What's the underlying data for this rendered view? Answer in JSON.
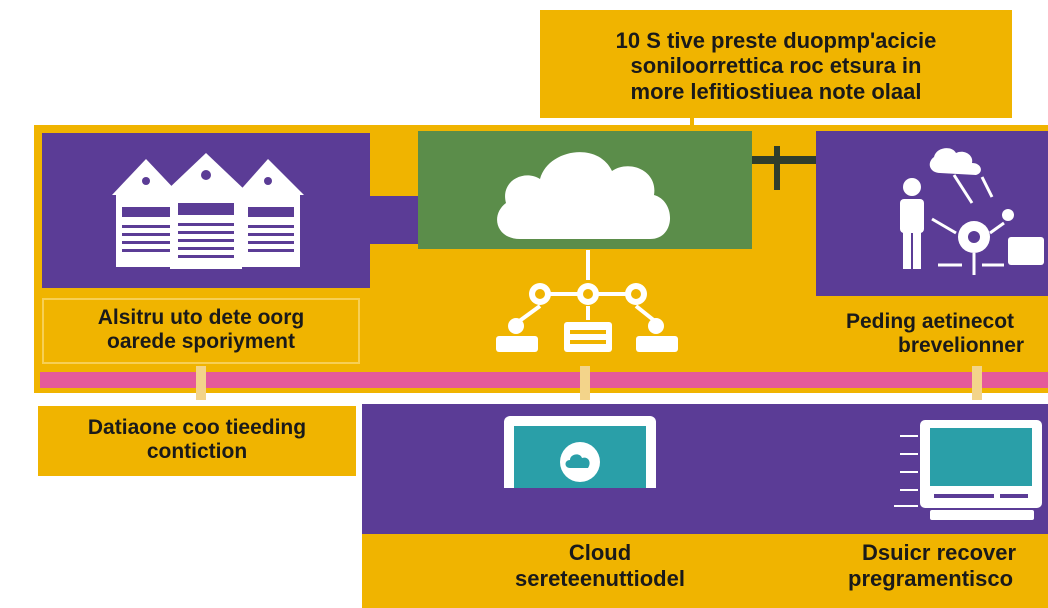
{
  "header_note": {
    "lines": [
      "10 S tive preste duopmp'acicie",
      "soniloorrettica roc etsura in",
      "more lefitiostiuea note olaal"
    ]
  },
  "panels": {
    "left_top": {
      "icon": "buildings-icon",
      "lines": [
        "Alsitru uto dete oorg",
        "oarede sporiyment"
      ]
    },
    "center_top": {
      "icon": "cloud-icon",
      "sub_icon": "network-people-icon"
    },
    "right_top": {
      "icon": "person-network-icon",
      "lines": [
        "Peding aetinecot",
        "brevelionner"
      ]
    },
    "left_bottom": {
      "lines": [
        "Datiaone coo tieeding",
        "contiction"
      ]
    },
    "center_bottom": {
      "icon": "monitor-cloud-icon",
      "lines": [
        "Cloud",
        "sereteenuttiodel"
      ]
    },
    "right_bottom": {
      "icon": "monitor-settings-icon",
      "lines": [
        "Dsuicr recover",
        "pregramentisco"
      ]
    }
  },
  "colors": {
    "gold": "#f0b400",
    "purple": "#5b3c96",
    "green": "#5b8d4a",
    "pink": "#e55a9a"
  }
}
